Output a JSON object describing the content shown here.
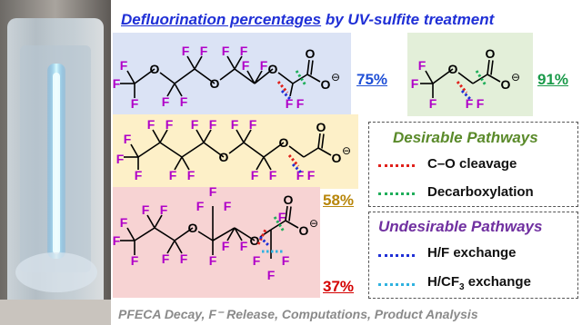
{
  "title": {
    "main": "Defluorination percentages",
    "rest": " by UV-sulfite treatment"
  },
  "percentages": {
    "mol1": "75%",
    "mol2": "91%",
    "mol3": "58%",
    "mol4": "37%"
  },
  "percentage_colors": {
    "mol1": "#1f4fd6",
    "mol2": "#1a9a4a",
    "mol3": "#b8860b",
    "mol4": "#d40000"
  },
  "panel_colors": {
    "mol1": "#dbe3f5",
    "mol2": "#e3efd9",
    "mol3": "#fdf0c8",
    "mol4": "#f7d3d3"
  },
  "atom_labels": {
    "fluorine": "F",
    "oxygen": "O",
    "charge": "⊖"
  },
  "desirable": {
    "heading": "Desirable Pathways",
    "heading_color": "#5a8a2a",
    "items": [
      {
        "label": "C–O cleavage",
        "color": "#e0201b"
      },
      {
        "label": "Decarboxylation",
        "color": "#1fae5a"
      }
    ]
  },
  "undesirable": {
    "heading": "Undesirable Pathways",
    "heading_color": "#7030a0",
    "items": [
      {
        "label": "H/F exchange",
        "color": "#1f2fd6"
      },
      {
        "label_prefix": "H/CF",
        "label_sub": "3",
        "label_suffix": " exchange",
        "color": "#2fb2e0"
      }
    ]
  },
  "footer": "PFECA Decay, F⁻ Release, Computations, Product Analysis"
}
